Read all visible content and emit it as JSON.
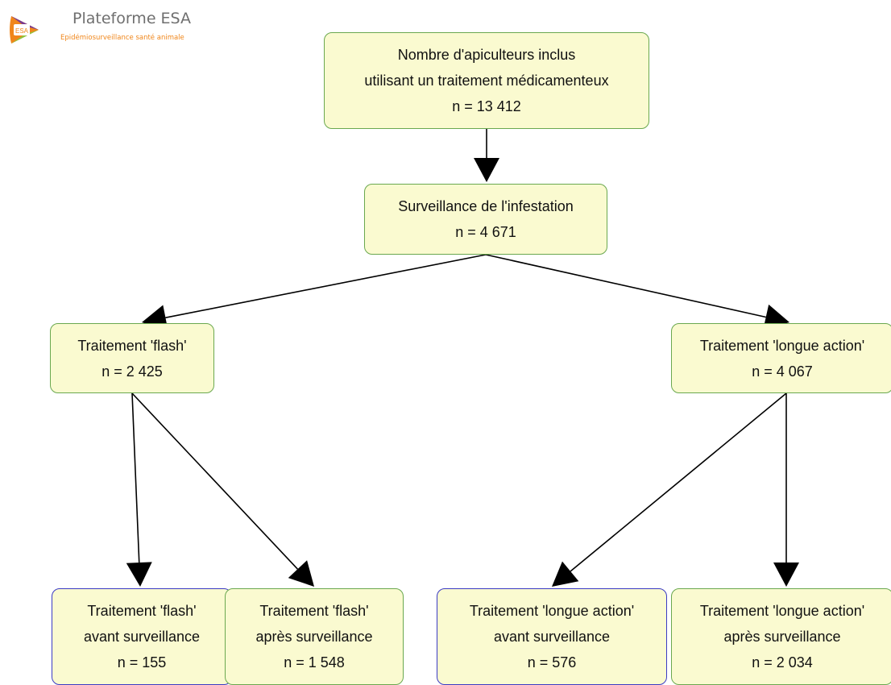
{
  "logo": {
    "title": "Plateforme ESA",
    "subtitle": "Epidémiosurveillance santé animale",
    "mark_text": "ESA",
    "icon": "esa-logo-icon"
  },
  "colors": {
    "node_fill": "#fafad0",
    "node_border_green": "#6aa84f",
    "node_border_blue": "#3b3bc4",
    "edge": "#000000",
    "logo_text": "#6f6f6f",
    "logo_orange": "#f0861a"
  },
  "nodes": [
    {
      "id": "root",
      "border": "green",
      "lines": [
        "Nombre d'apiculteurs inclus",
        "utilisant un traitement médicamenteux",
        "n = 13 412"
      ]
    },
    {
      "id": "surveillance",
      "border": "green",
      "lines": [
        "Surveillance de l'infestation",
        "n = 4 671"
      ]
    },
    {
      "id": "flash",
      "border": "green",
      "lines": [
        "Traitement 'flash'",
        "n = 2 425"
      ]
    },
    {
      "id": "longue",
      "border": "green",
      "lines": [
        "Traitement 'longue action'",
        "n = 4 067"
      ]
    },
    {
      "id": "flash-avant",
      "border": "blue",
      "lines": [
        "Traitement 'flash'",
        "avant surveillance",
        "n = 155"
      ]
    },
    {
      "id": "flash-apres",
      "border": "green",
      "lines": [
        "Traitement 'flash'",
        "après surveillance",
        "n = 1 548"
      ]
    },
    {
      "id": "longue-avant",
      "border": "blue",
      "lines": [
        "Traitement 'longue action'",
        "avant surveillance",
        "n = 576"
      ]
    },
    {
      "id": "longue-apres",
      "border": "green",
      "lines": [
        "Traitement 'longue action'",
        "après surveillance",
        "n = 2 034"
      ]
    }
  ],
  "edges": [
    {
      "from": "root",
      "to": "surveillance"
    },
    {
      "from": "surveillance",
      "to": "flash"
    },
    {
      "from": "surveillance",
      "to": "longue"
    },
    {
      "from": "flash",
      "to": "flash-avant"
    },
    {
      "from": "flash",
      "to": "flash-apres"
    },
    {
      "from": "longue",
      "to": "longue-avant"
    },
    {
      "from": "longue",
      "to": "longue-apres"
    }
  ]
}
